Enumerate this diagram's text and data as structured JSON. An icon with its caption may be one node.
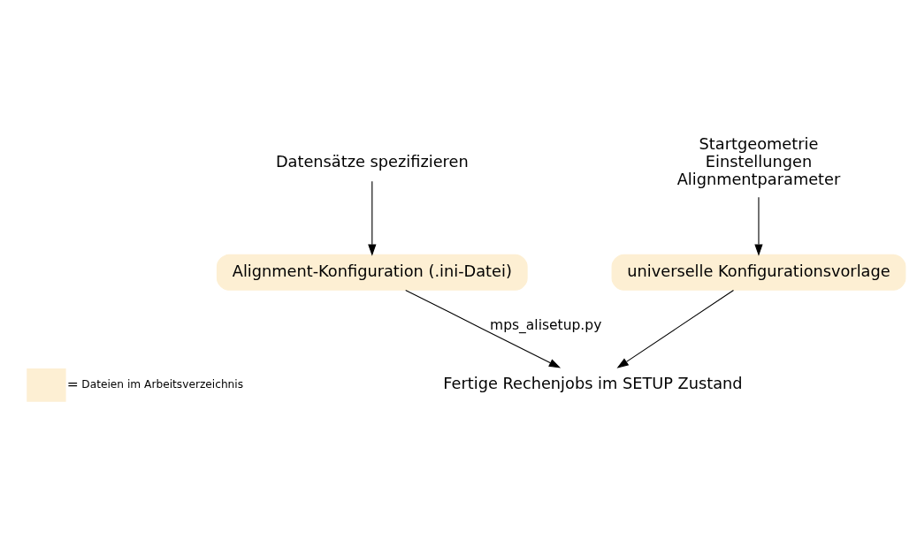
{
  "diagram": {
    "nodes": [
      {
        "text": [
          "Datensätze spezifizieren"
        ]
      },
      {
        "text": [
          "Startgeometrie",
          "Einstellungen",
          "Alignmentparameter"
        ]
      },
      {
        "text": [
          "Alignment-Konfiguration (.ini-Datei)"
        ]
      },
      {
        "text": [
          "universelle Konfigurationsvorlage"
        ]
      },
      {
        "text": [
          "Fertige Rechenjobs im SETUP Zustand"
        ]
      }
    ],
    "edges": [
      {
        "from": 0,
        "to": 2,
        "arrow": "to"
      },
      {
        "from": 1,
        "to": 3,
        "arrow": "to"
      },
      {
        "from": 2,
        "to": 4,
        "arrow": "to",
        "label": "mps_alisetup.py"
      },
      {
        "from": 3,
        "to": 4,
        "arrow": "to"
      }
    ],
    "labels": [
      "="
    ],
    "legend": [
      {
        "text": "Dateien im Arbeitsverzeichnis",
        "color": "#fdefd3"
      }
    ]
  }
}
